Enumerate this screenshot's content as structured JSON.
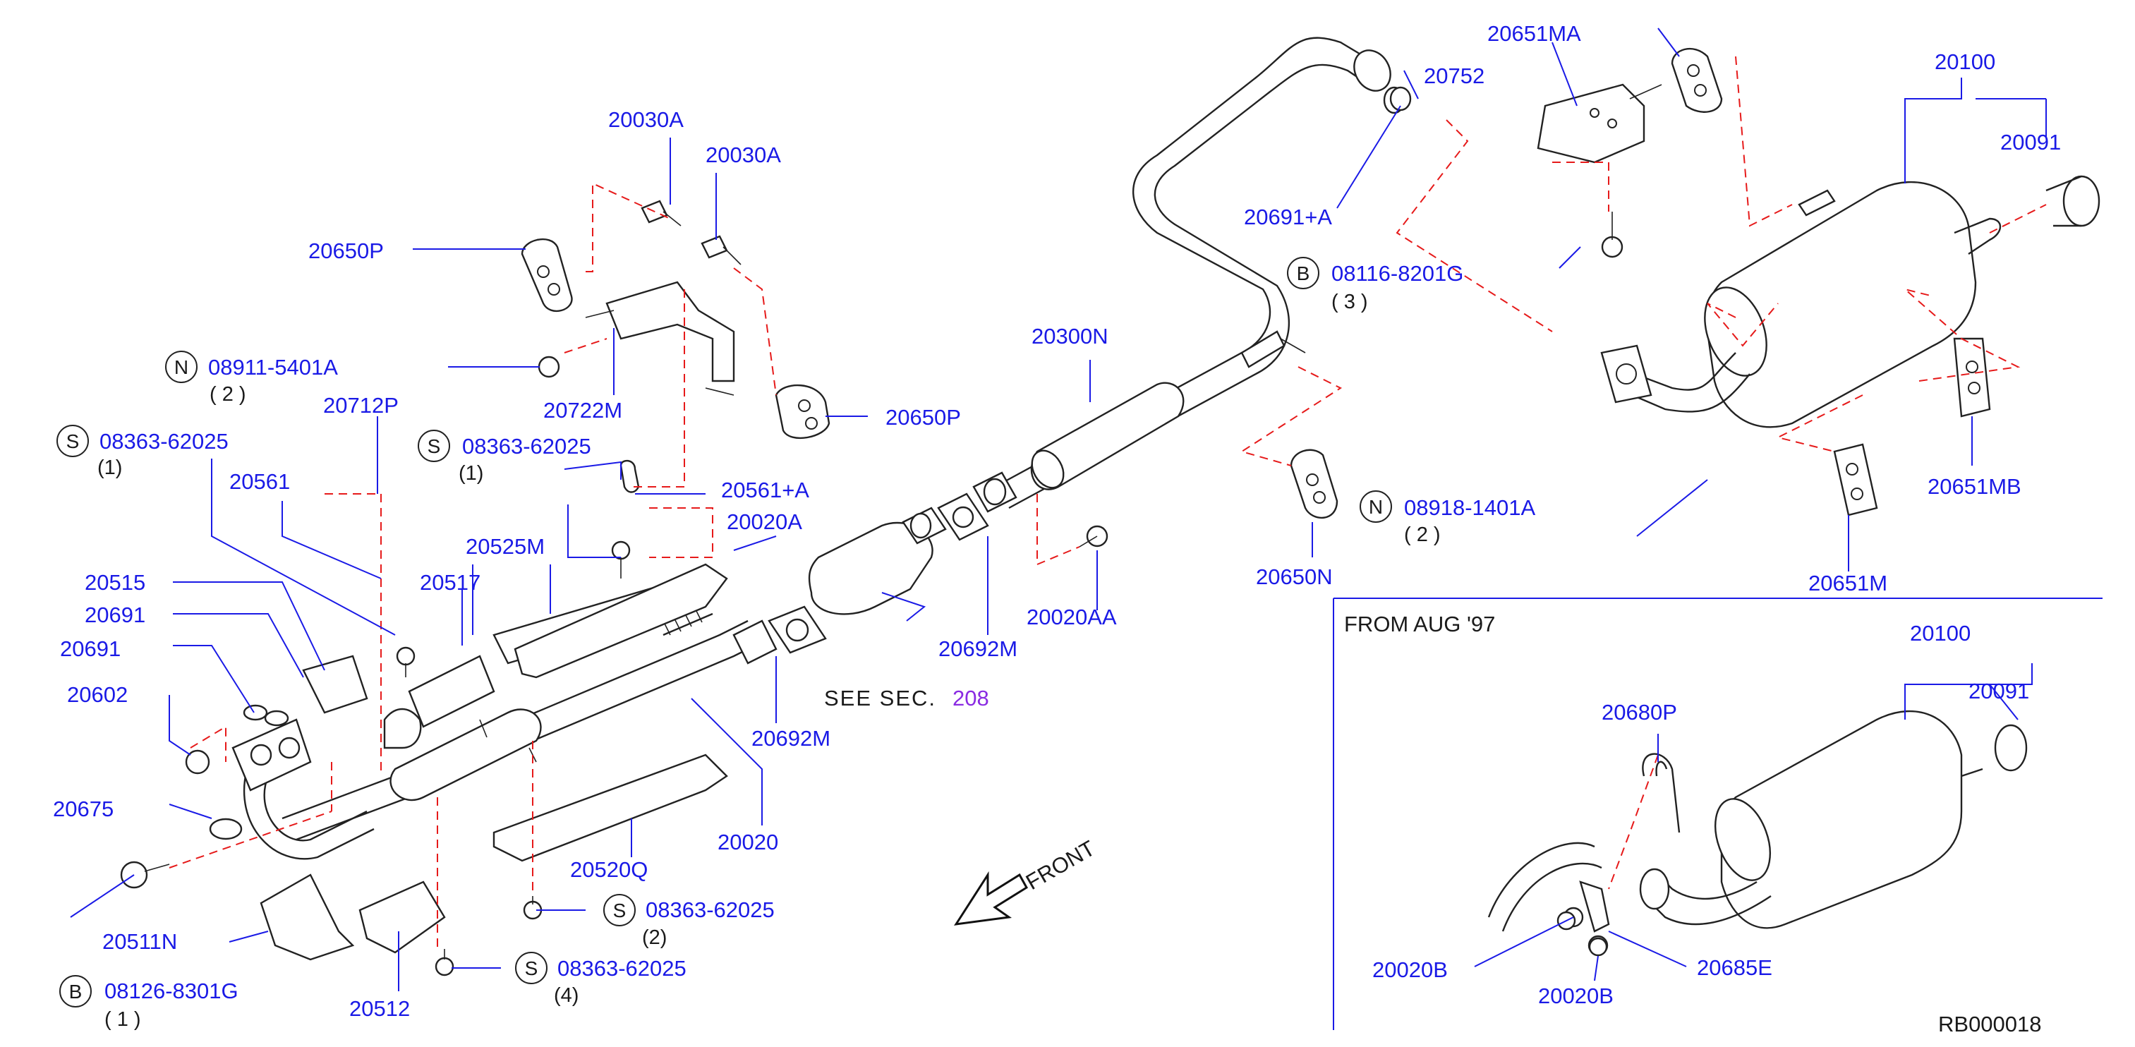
{
  "labels": {
    "l_20030A_1": "20030A",
    "l_20030A_2": "20030A",
    "l_20650P_1": "20650P",
    "l_20722M": "20722M",
    "l_20650P_2": "20650P",
    "l_08911": "08911-5401A",
    "l_20712P": "20712P",
    "l_08363_1": "08363-62025",
    "l_08363_2": "08363-62025",
    "l_20561": "20561",
    "l_20561A": "20561+A",
    "l_20525M": "20525M",
    "l_20020A": "20020A",
    "l_20517": "20517",
    "l_20515": "20515",
    "l_20691_1": "20691",
    "l_20691_2": "20691",
    "l_20602": "20602",
    "l_20675": "20675",
    "l_08126": "08126-8301G",
    "l_20511N": "20511N",
    "l_20512": "20512",
    "l_08363_3": "08363-62025",
    "l_08363_4": "08363-62025",
    "l_20520Q": "20520Q",
    "l_20020": "20020",
    "l_20692M_1": "20692M",
    "l_20692M_2": "20692M",
    "l_20300N": "20300N",
    "l_20020AA": "20020AA",
    "l_20752": "20752",
    "l_20691A": "20691+A",
    "l_08116": "08116-8201G",
    "l_20651MA": "20651MA",
    "l_20100_1": "20100",
    "l_20091_1": "20091",
    "l_20651MB": "20651MB",
    "l_20651M": "20651M",
    "l_08918": "08918-1401A",
    "l_20650N": "20650N",
    "l_20100_2": "20100",
    "l_20091_2": "20091",
    "l_20680P": "20680P",
    "l_20020B_1": "20020B",
    "l_20020B_2": "20020B",
    "l_20685E": "20685E"
  },
  "qty": {
    "q_08911": "( 2 )",
    "q_08363_1": "(1)",
    "q_08363_2": "(1)",
    "q_08126": "( 1 )",
    "q_08363_3": "(2)",
    "q_08363_4": "(4)",
    "q_08116": "( 3 )",
    "q_08918": "( 2 )"
  },
  "circle_letters": {
    "c_08911": "N",
    "c_08363_1": "S",
    "c_08363_2": "S",
    "c_08126": "B",
    "c_08363_3": "S",
    "c_08363_4": "S",
    "c_08116": "B",
    "c_08918": "N"
  },
  "notes": {
    "see_sec": "SEE   SEC.",
    "sec_num": "208",
    "front": "FRONT",
    "inset_title": "FROM   AUG   '97",
    "diagram_code": "RB000018"
  },
  "colors": {
    "label_blue": "#1a1ae6",
    "dash_red": "#e61a1a",
    "sec_purple": "#8a2be2",
    "line_dark": "#222222"
  }
}
